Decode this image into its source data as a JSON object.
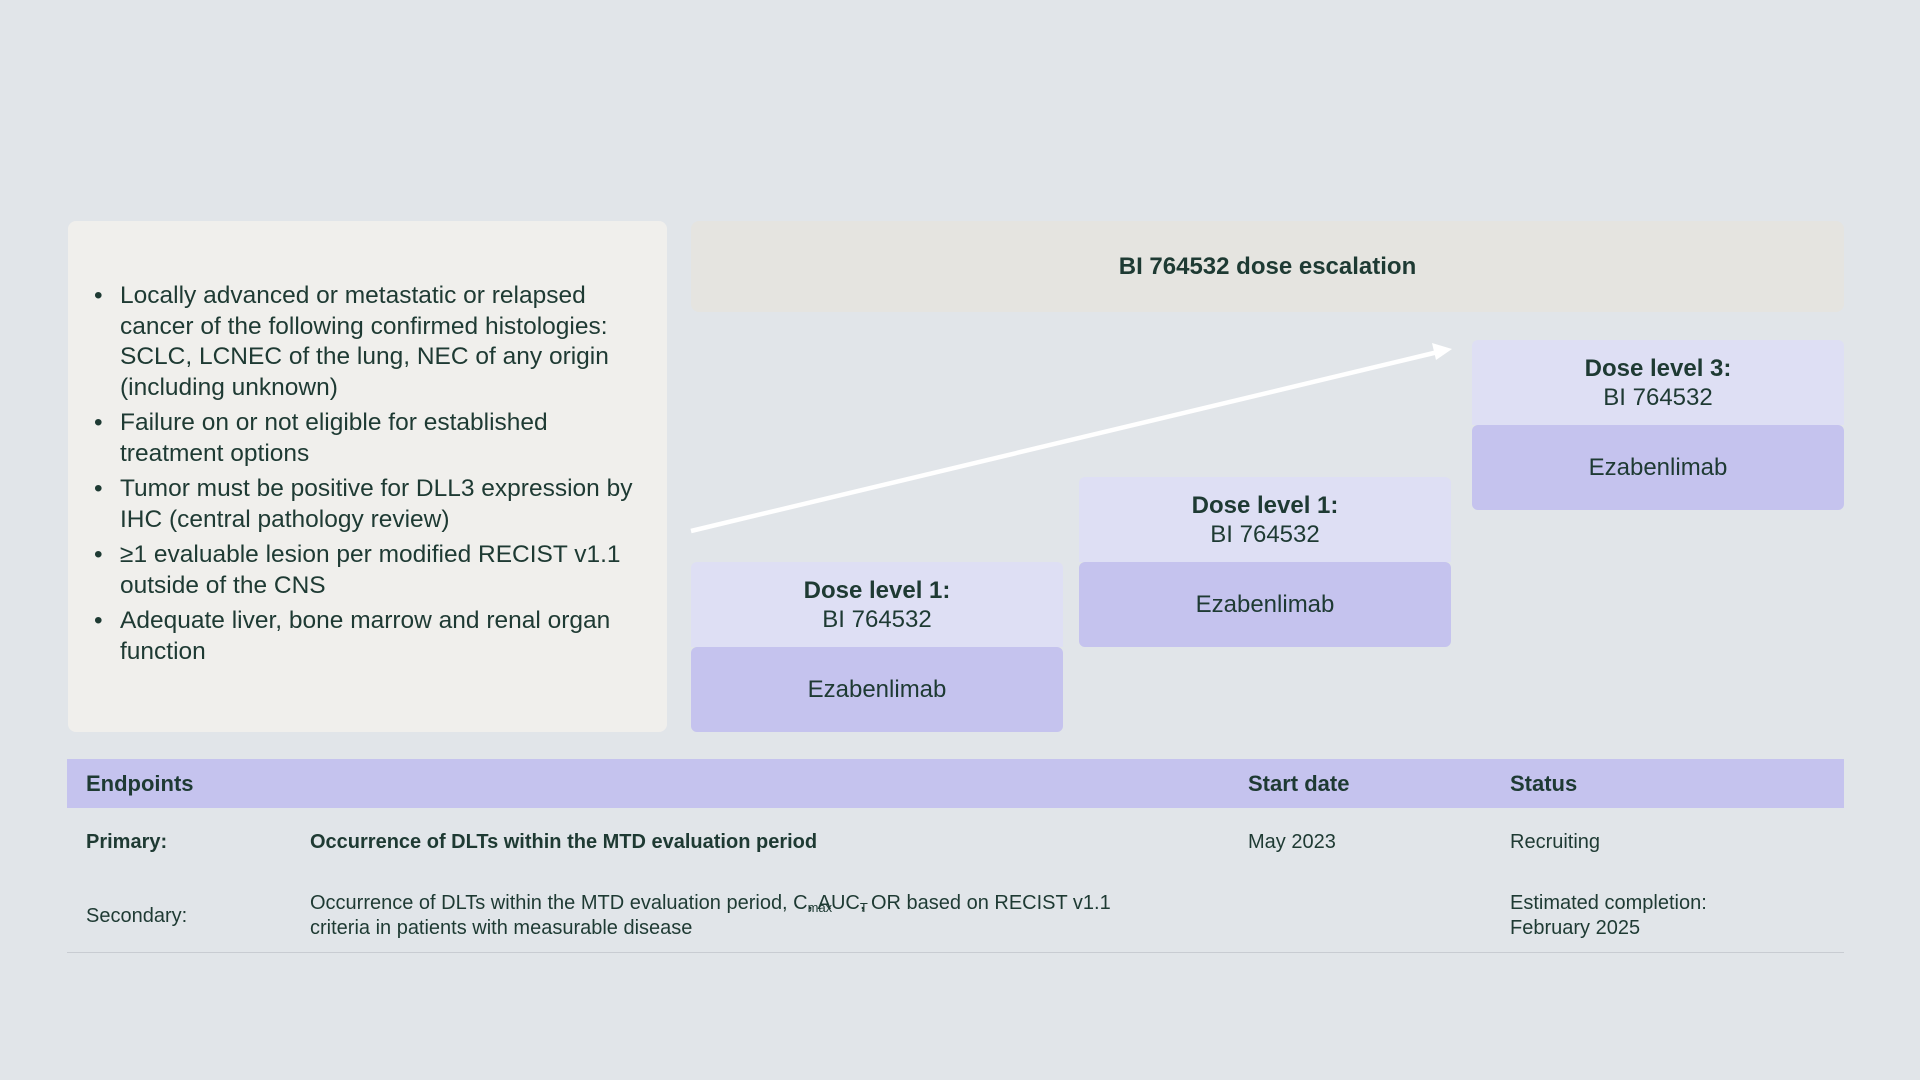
{
  "criteria": [
    "Locally advanced or metastatic or relapsed cancer of the following confirmed histologies: SCLC, LCNEC of the lung, NEC of any origin (including unknown)",
    "Failure on or not eligible for established treatment options",
    "Tumor must be positive for DLL3 expression by IHC (central pathology review)",
    "≥1 evaluable lesion per modified RECIST v1.1 outside of the CNS",
    "Adequate liver, bone marrow and renal organ function"
  ],
  "header": {
    "title": "BI 764532 dose escalation"
  },
  "dose_levels": [
    {
      "level": "Dose level 1:",
      "drug": "BI 764532",
      "combo": "Ezabenlimab"
    },
    {
      "level": "Dose level 1:",
      "drug": "BI 764532",
      "combo": "Ezabenlimab"
    },
    {
      "level": "Dose level 3:",
      "drug": "BI 764532",
      "combo": "Ezabenlimab"
    }
  ],
  "table": {
    "headers": {
      "endpoints": "Endpoints",
      "start": "Start date",
      "status": "Status"
    },
    "primary": {
      "label": "Primary:",
      "text": "Occurrence of DLTs within the MTD evaluation period",
      "start": "May 2023",
      "status": "Recruiting"
    },
    "secondary": {
      "label": "Secondary:",
      "text_part1": "Occurrence of DLTs within the MTD evaluation period, C",
      "sub1": "max",
      "text_part2": ", AUC",
      "sub2": "T",
      "text_part3": ", OR based on RECIST v1.1",
      "text_line2": "criteria in patients with measurable disease",
      "status_line1": "Estimated completion:",
      "status_line2": "February 2025"
    }
  },
  "colors": {
    "background": "#e1e5e9",
    "panel": "#f0efec",
    "dose_light": "#dedff4",
    "dose_dark": "#c5c3ee",
    "text": "#1e3a33"
  }
}
